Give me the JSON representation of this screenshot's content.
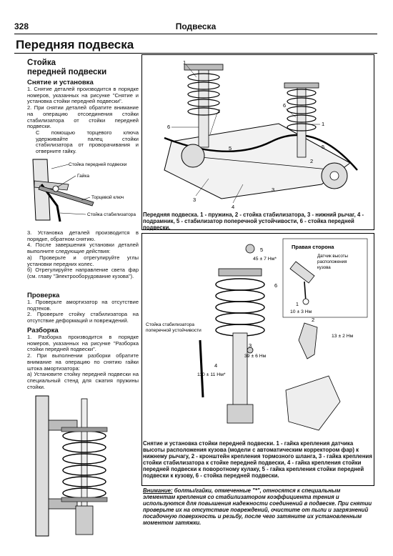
{
  "header": {
    "page_number": "328",
    "running_title": "Подвеска"
  },
  "main_title": "Передняя подвеска",
  "left": {
    "subtitle_line1": "Стойка",
    "subtitle_line2": "передней подвески",
    "removal_heading": "Снятие и установка",
    "removal_p1": "1. Снятие деталей производится в порядке номеров, указанных на рисунке \"Снятие и установка стойки передней подвески\".",
    "removal_p2": "2. При снятии деталей обратите внимание на операцию отсоединения стойки стабилизатора от стойки передней подвески.",
    "removal_p3": "С помощью торцевого ключа удерживайте палец стойки стабилизатора от проворачивания и отверните гайку.",
    "install_p3": "3. Установка деталей производится в порядке, обратном снятию.",
    "install_p4": "4. После завершения установки деталей выполните следующие действия:",
    "install_p4a": "а) Проверьте и отрегулируйте углы установки передних колес.",
    "install_p4b": "б) Отрегулируйте направление света фар (см. главу \"Электрооборудование кузова\").",
    "check_heading": "Проверка",
    "check_p1": "1. Проверьте амортизатор на отсутствие подтеков.",
    "check_p2": "2. Проверьте стойку стабилизатора на отсутствие деформаций и повреждений.",
    "disassembly_heading": "Разборка",
    "dis_p1": "1. Разборка производится в порядке номеров, указанных на рисунке \"Разборка стойки передней подвески\".",
    "dis_p2": "2. При выполнении разборки обратите внимание на операцию по снятию гайки штока амортизатора:",
    "dis_p2a": "а) Установите стойку передней подвески на специальный стенд для сжатия пружины стойки."
  },
  "fig_small": {
    "label_strut": "Стойка передней подвески",
    "label_nut": "Гайка",
    "label_wrench": "Торцевой ключ",
    "label_stab_link": "Стойка стабилизатора"
  },
  "fig_top": {
    "callouts": [
      "1",
      "2",
      "3",
      "4",
      "5",
      "6",
      "1",
      "6",
      "5",
      "2",
      "3"
    ],
    "caption": "Передняя подвеска. 1 - пружина, 2 - стойка стабилизатора, 3 - нижний рычаг, 4 - подрамник, 5 - стабилизатор поперечной устойчивости, 6 - стойка передней подвески."
  },
  "fig_mid": {
    "right_side": "Правая сторона",
    "sensor_label": "Датчик высоты расположения кузова",
    "stab_link_label": "Стойка стабилизатора поперечной устойчивости",
    "torque_5": "45 ± 7 Нм*",
    "torque_1": "10 ± 3 Нм",
    "torque_2": "13 ± 2 Нм",
    "torque_3": "39 ± 6 Нм",
    "torque_4": "110 ± 11 Нм*",
    "callouts": [
      "5",
      "6",
      "1",
      "2",
      "3",
      "4"
    ],
    "caption": "Снятие и установка стойки передней подвески. 1 - гайка крепления датчика высоты расположения кузова (модели с автоматическим корректором фар) к нижнему рычагу, 2 - кронштейн крепления тормозного шланга, 3 - гайка крепления стойки стабилизатора к стойке передней подвески, 4 - гайка крепления стойки передней подвески к поворотному кулаку, 5 - гайка крепления стойки передней подвески к кузову, 6 - стойка передней подвески."
  },
  "note": {
    "label": "Внимание:",
    "text": " болты/гайки, отмеченные \"*\", относятся к специальным элементам крепления со стабилизатором коэффициента трения и используются для повышения надежности соединений в подвеске. При снятии проверьте их на отсутствие повреждений, очистите от пыли и загрязнений посадочную поверхность и резьбу, после чего затяните их установленным моментом затяжки."
  }
}
